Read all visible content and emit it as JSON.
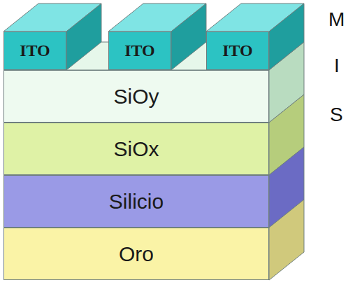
{
  "diagram": {
    "nodes": [
      {
        "text": [
          "ITO"
        ]
      },
      {
        "text": [
          "ITO"
        ]
      },
      {
        "text": [
          "ITO"
        ]
      },
      {
        "text": [
          "SiOy"
        ]
      },
      {
        "text": [
          "SiOx"
        ]
      },
      {
        "text": [
          "Silicio"
        ]
      },
      {
        "text": [
          "Oro"
        ]
      }
    ],
    "labels": [
      "M",
      "I",
      "S"
    ]
  }
}
